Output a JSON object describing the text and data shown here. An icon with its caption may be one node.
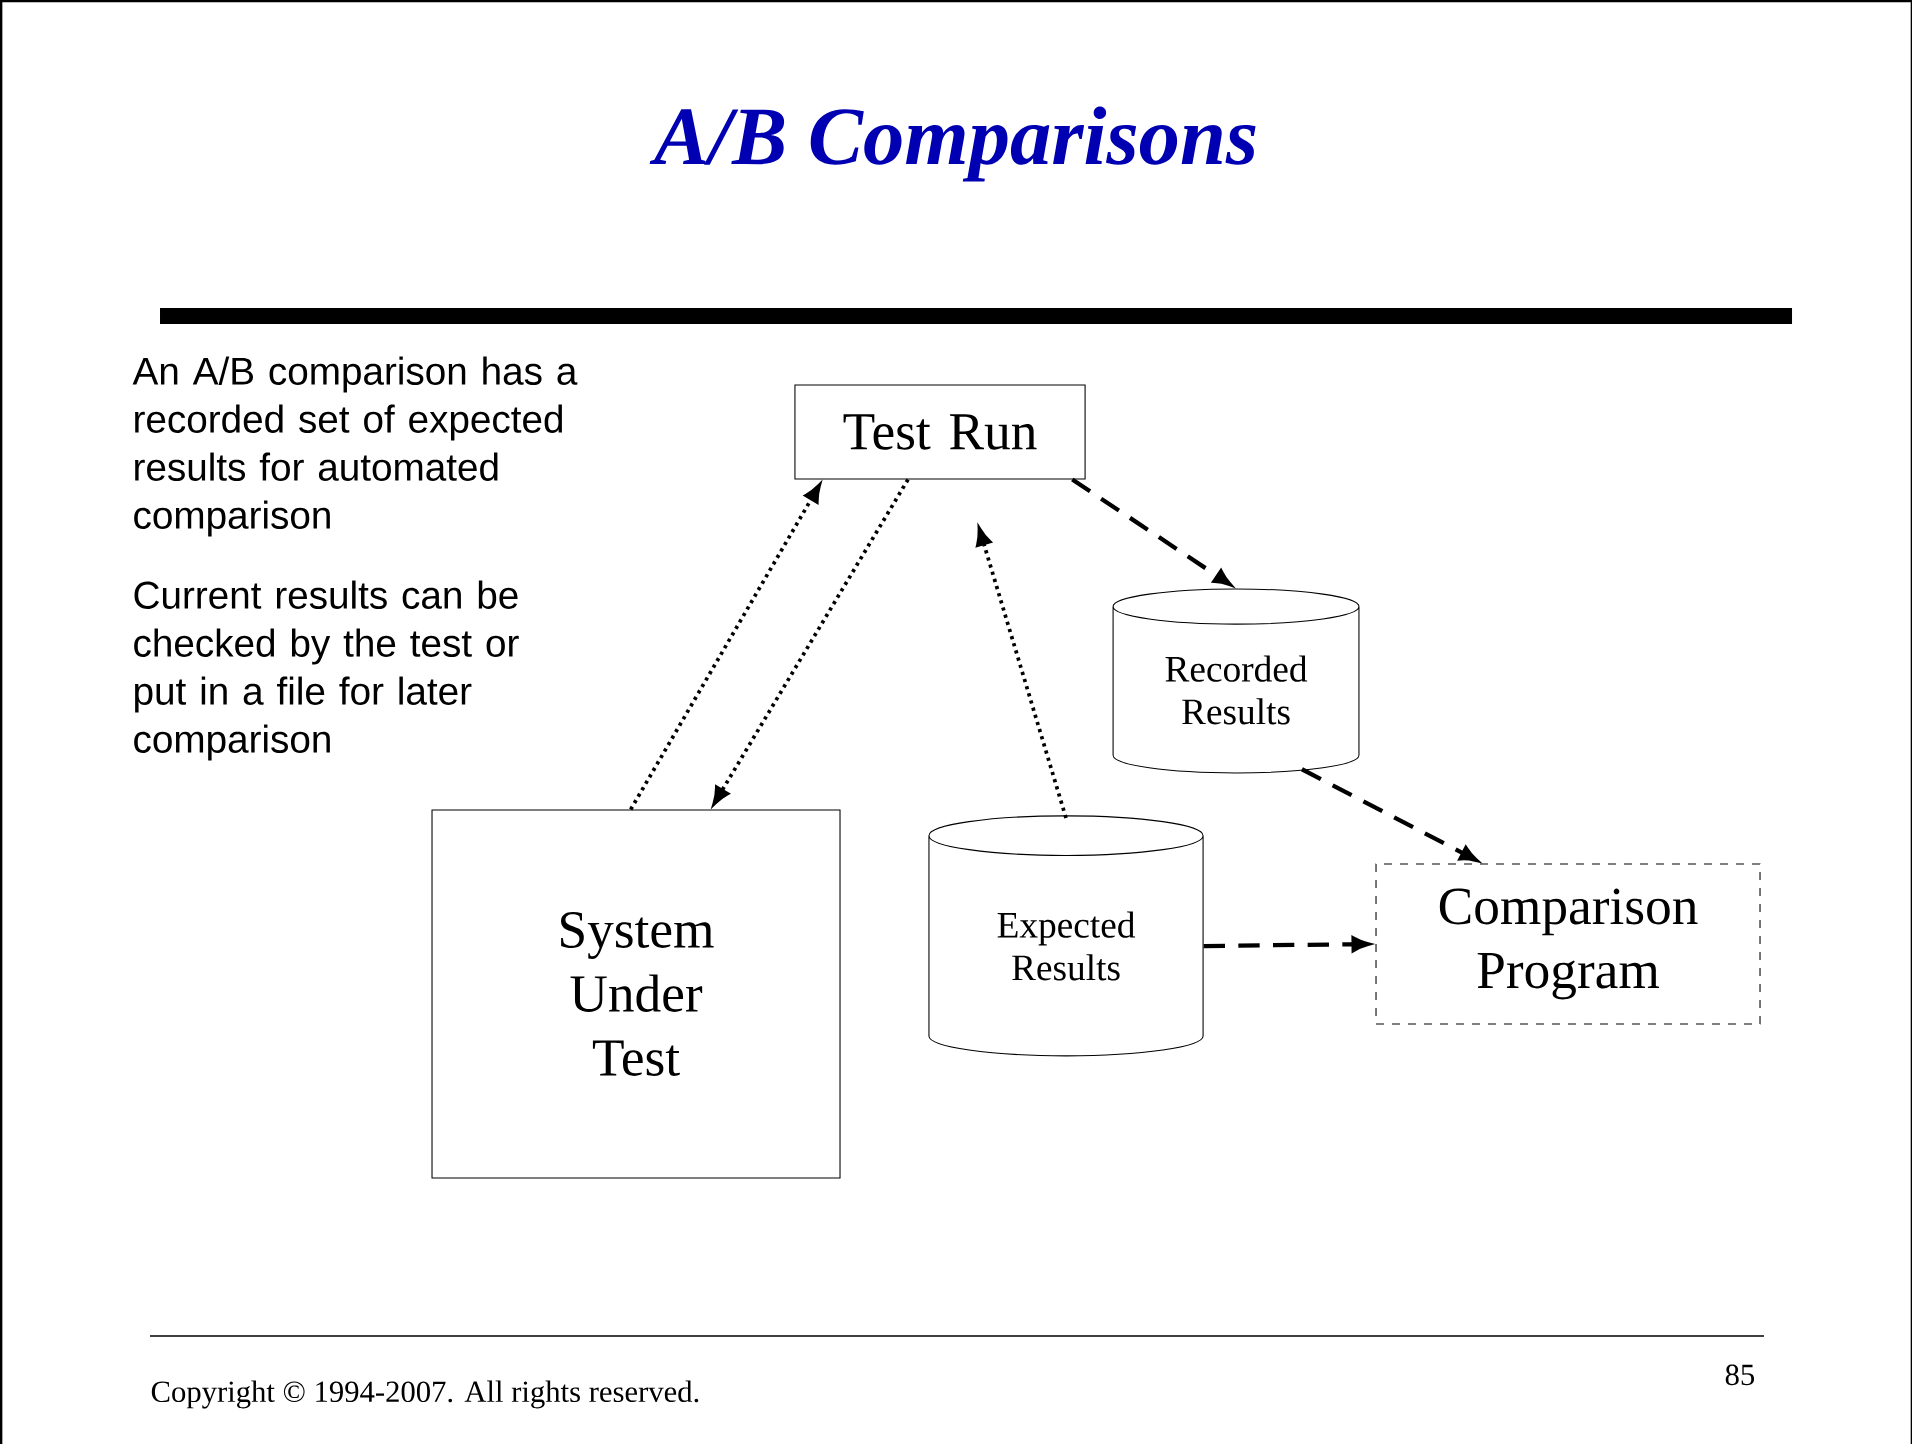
{
  "diagram": {
    "title": "A/B Comparisons",
    "nodes": [
      {
        "text": [
          "Test Run"
        ]
      },
      {
        "text": [
          "Recorded Results"
        ]
      },
      {
        "text": [
          "System Under Test"
        ]
      },
      {
        "text": [
          "Expected Results"
        ]
      },
      {
        "text": [
          "Comparison Program"
        ]
      }
    ],
    "edges": [
      {
        "from": 2,
        "to": 0,
        "arrow": "to"
      },
      {
        "from": 0,
        "to": 2,
        "arrow": "to"
      },
      {
        "from": 3,
        "to": 0,
        "arrow": "to"
      },
      {
        "from": 0,
        "to": 1,
        "arrow": "to",
        "style": "dashed"
      },
      {
        "from": 1,
        "to": 4,
        "arrow": "to",
        "style": "dashed"
      },
      {
        "from": 3,
        "to": 4,
        "arrow": "to",
        "style": "dashed"
      }
    ],
    "labels": [
      "An A/B comparison has a recorded set of expected results for automated comparison",
      "Current results can be checked by the test or put in a file for later comparison",
      "Copyright © 1994-2007. All rights reserved.",
      "85"
    ]
  }
}
